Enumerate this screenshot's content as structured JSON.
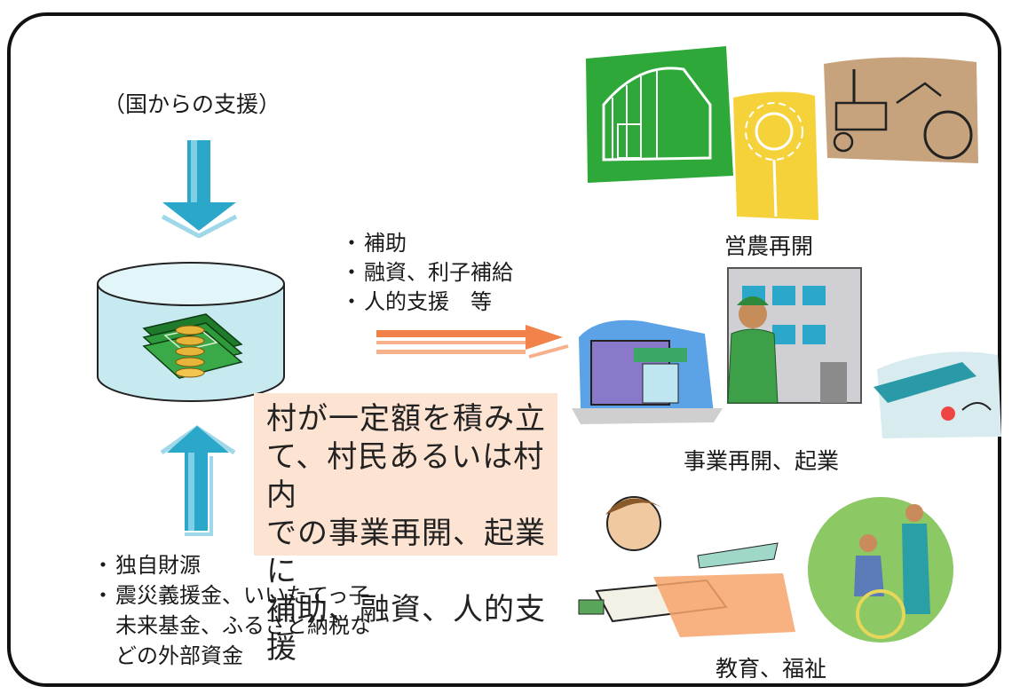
{
  "top_label": "（国からの支援）",
  "support_items": [
    "補助",
    "融資、利子補給",
    "人的支援　等"
  ],
  "central_lines": [
    "村が一定額を積み立",
    "て、村民あるいは村内",
    "での事業再開、起業に",
    "補助、融資、人的支援"
  ],
  "funding_items": [
    "独自財源",
    "震災義援金、いいたてっ子未来基金、ふるさと納税などの外部資金"
  ],
  "funding_display": [
    "独自財源",
    "震災義援金、いいたてっ子",
    "未来基金、ふるさと納税な",
    "どの外部資金"
  ],
  "outcomes": {
    "farming": "営農再開",
    "business": "事業再開、起業",
    "education": "教育、福祉"
  },
  "colors": {
    "down_arrow": "#2aa7c9",
    "right_arrow": "#f0824a",
    "fund_fill": "#bfe6ee",
    "text_box": "#fde3d2",
    "greenhouse_bg": "#2fa83a",
    "sunflower_bg": "#f6d23a",
    "tractor_bg": "#c6a37c"
  },
  "icons": [
    "down-arrow-icon",
    "fund-cylinder-icon",
    "money-stack-icon",
    "up-arrow-icon",
    "right-arrow-icon",
    "greenhouse-icon",
    "sunflower-icon",
    "tractor-icon",
    "shop-icon",
    "office-building-icon",
    "worker-icon",
    "sewing-fabric-icon",
    "studying-boy-icon",
    "wheelchair-care-icon"
  ]
}
